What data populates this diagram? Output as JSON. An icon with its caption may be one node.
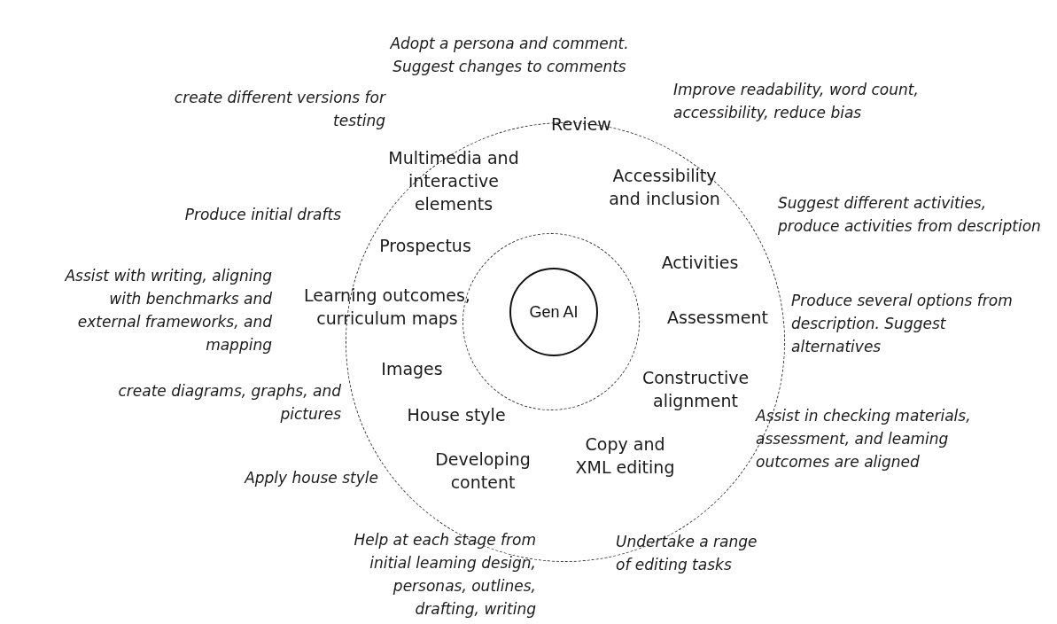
{
  "diagram": {
    "nodes": [
      {
        "text": [],
        "shape": "circle"
      },
      {
        "text": [],
        "shape": "circle",
        "in": 0
      },
      {
        "text": [
          "Gen AI"
        ],
        "in": 1
      }
    ],
    "labels": [
      "Adopt a persona and comment. Suggest changes to comments",
      "create different versions for testing",
      "Improve readability, word count, accessibility, reduce bias",
      "Review",
      "Multimedia and interactive elements",
      "Accessibility and inclusion",
      "Suggest different activities, produce activities from description",
      "Produce initial drafts",
      "Prospectus",
      "Activities",
      "Assist with writing, aligning with benchmarks and external frameworks, and mapping",
      "Learning outcomes, curriculum maps",
      "Produce several options from description. Suggest alternatives",
      "Assessment",
      "Images",
      "create diagrams, graphs, and pictures",
      "Constructive alignment",
      "House style",
      "Assist in checking materials, assessment, and leaming outcomes are aligned",
      "Copy and XML editing",
      "Developing content",
      "Apply house style",
      "Help at each stage from initial leaming design, personas, outlines, drafting, writing",
      "Undertake a range of editing tasks"
    ]
  }
}
